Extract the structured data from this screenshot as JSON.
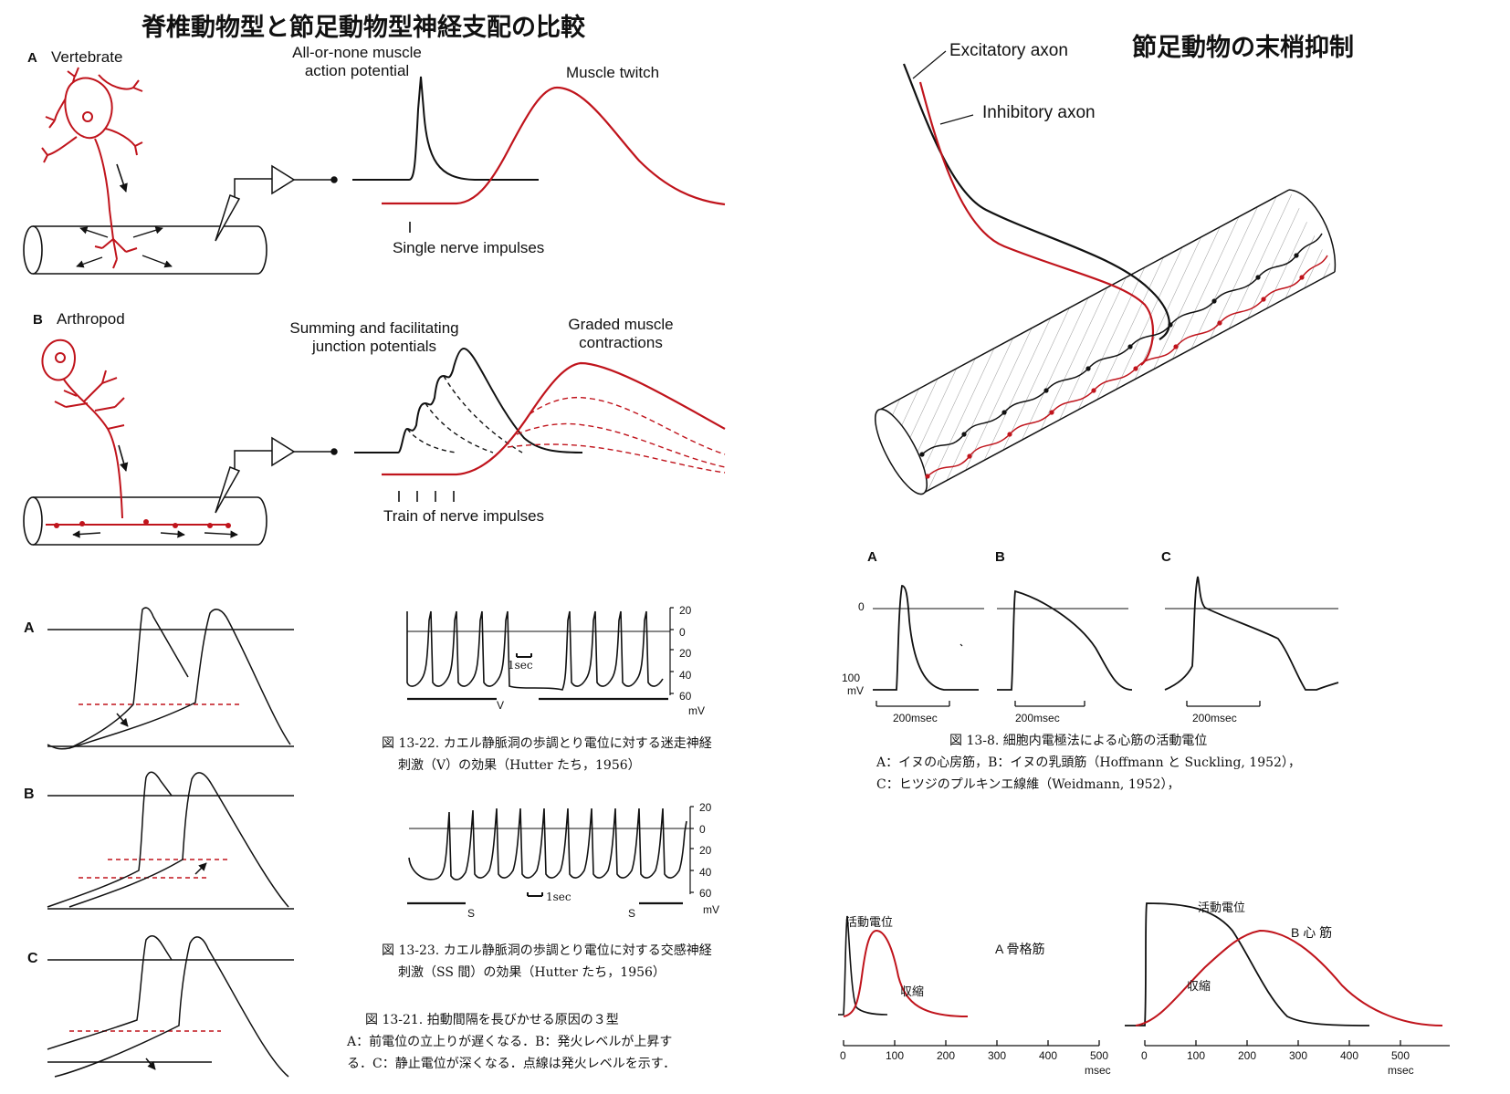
{
  "titles": {
    "main_left": "脊椎動物型と節足動物型神経支配の比較",
    "main_right": "節足動物の末梢抑制"
  },
  "comparison": {
    "A": {
      "letter": "A",
      "name": "Vertebrate",
      "action_potential_label": [
        "All-or-none muscle",
        "action potential"
      ],
      "twitch_label": "Muscle twitch",
      "impulse_label": "Single nerve impulses"
    },
    "B": {
      "letter": "B",
      "name": "Arthropod",
      "junction_label": [
        "Summing and facilitating",
        "junction potentials"
      ],
      "graded_label": [
        "Graded muscle",
        "contractions"
      ],
      "impulse_label": "Train of nerve impulses"
    }
  },
  "inhibition": {
    "excitatory_label": "Excitatory  axon",
    "inhibitory_label": "Inhibitory  axon"
  },
  "pacemaker_types": {
    "letters": [
      "A",
      "B",
      "C"
    ],
    "caption_line1": "図 13-21. 拍動間隔を長びかせる原因の３型",
    "caption_line2": "A：前電位の立上りが遅くなる．B：発火レベルが上昇す",
    "caption_line3": "る．C：静止電位が深くなる．点線は発火レベルを示す．"
  },
  "vagal": {
    "ticks": [
      "20",
      "0",
      "20",
      "40",
      "60"
    ],
    "unit": "mV",
    "scale_label": "1sec",
    "stim_label": "V",
    "caption_line1": "図 13-22. カエル静脈洞の歩調とり電位に対する迷走神経",
    "caption_line2": "刺激（V）の効果（Hutter たち，1956）"
  },
  "sympathetic": {
    "ticks": [
      "20",
      "0",
      "20",
      "40",
      "60"
    ],
    "unit": "mV",
    "scale_label": "1sec",
    "stim_label_left": "S",
    "stim_label_right": "S",
    "caption_line1": "図 13-23. カエル静脈洞の歩調とり電位に対する交感神経",
    "caption_line2": "刺激（SS 間）の効果（Hutter たち，1956）"
  },
  "cardiac_ap": {
    "letters": [
      "A",
      "B",
      "C"
    ],
    "zero_label": "0",
    "hundred_label": "100",
    "unit": "mV",
    "scale_label": "200msec",
    "caption_line1": "図 13-8.  細胞内電極法による心筋の活動電位",
    "caption_line2": "A：イヌの心房筋，B：イヌの乳頭筋（Hoffmann と Suckling, 1952），",
    "caption_line3": "C：ヒツジのプルキンエ線維（Weidmann, 1952），"
  },
  "ap_vs_contraction": {
    "A": {
      "ap_label": "活動電位",
      "contraction_label": "収縮",
      "title": "A 骨格筋",
      "axis_ticks": [
        "0",
        "100",
        "200",
        "300",
        "400",
        "500"
      ],
      "axis_unit": "msec"
    },
    "B": {
      "ap_label": "活動電位",
      "contraction_label": "収縮",
      "title": "B 心 筋",
      "axis_ticks": [
        "0",
        "100",
        "200",
        "300",
        "400",
        "500"
      ],
      "axis_unit": "msec"
    }
  },
  "colors": {
    "nerve_red": "#c0141c",
    "ink": "#111111"
  }
}
